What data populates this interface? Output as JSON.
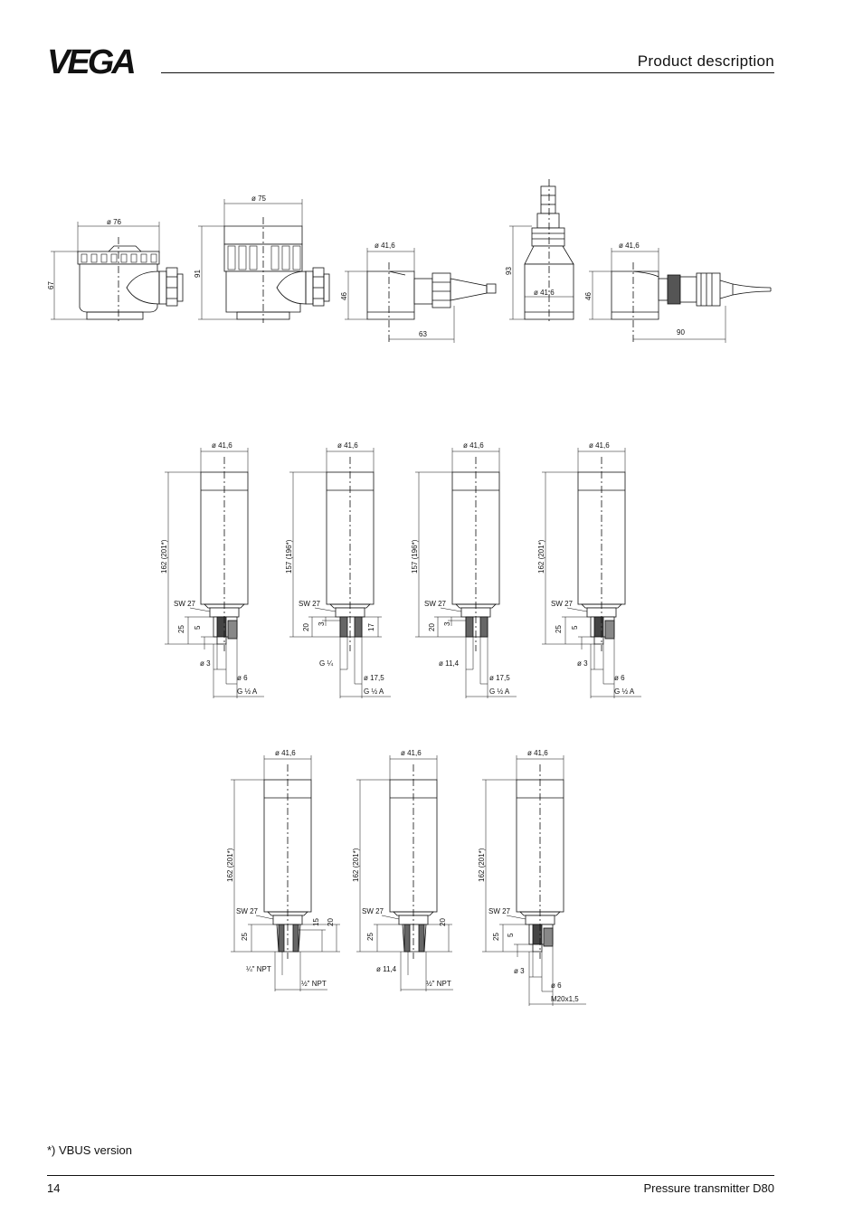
{
  "header": {
    "logo": "VEGA",
    "section_title": "Product description"
  },
  "footer": {
    "footnote": "*) VBUS version",
    "page_number": "14",
    "document_title": "Pressure transmitter D80"
  },
  "housings": {
    "plastic_dia": "ø 76",
    "plastic_height": "67",
    "aluminium_dia": "ø 75",
    "aluminium_height": "91",
    "valve_plug_dia": "ø 41,6",
    "valve_plug_height": "46",
    "valve_plug_length": "63",
    "connector_height": "93",
    "connector_dia": "ø 41,6",
    "m12_dia": "ø 41,6",
    "m12_height": "46",
    "m12_length": "90"
  },
  "row1": [
    {
      "dia": "ø 41,6",
      "length": "162 (201*)",
      "sw": "SW 27",
      "d1": "25",
      "d2": "5",
      "bore": "ø 3",
      "tip": "ø 6",
      "thread": "G ½ A"
    },
    {
      "dia": "ø 41,6",
      "length": "157 (196*)",
      "sw": "SW 27",
      "d1": "20",
      "d2": "3",
      "d3": "17",
      "inner": "G ¼",
      "tip": "ø 17,5",
      "thread": "G ½ A"
    },
    {
      "dia": "ø 41,6",
      "length": "157 (196*)",
      "sw": "SW 27",
      "d1": "20",
      "d2": "3",
      "inner": "ø 11,4",
      "tip": "ø 17,5",
      "thread": "G ½ A"
    },
    {
      "dia": "ø 41,6",
      "length": "162 (201*)",
      "sw": "SW 27",
      "d1": "25",
      "d2": "5",
      "bore": "ø 3",
      "tip": "ø 6",
      "thread": "G ½ A"
    }
  ],
  "row2": [
    {
      "dia": "ø 41,6",
      "length": "162 (201*)",
      "sw": "SW 27",
      "d1": "25",
      "d3": "15",
      "d4": "20",
      "inner": "¼\" NPT",
      "thread": "½\" NPT"
    },
    {
      "dia": "ø 41,6",
      "length": "162 (201*)",
      "sw": "SW 27",
      "d1": "25",
      "d4": "20",
      "inner": "ø 11,4",
      "thread": "½\" NPT"
    },
    {
      "dia": "ø 41,6",
      "length": "162 (201*)",
      "sw": "SW 27",
      "d1": "25",
      "d2": "5",
      "bore": "ø 3",
      "tip": "ø 6",
      "thread": "M20x1,5"
    }
  ]
}
